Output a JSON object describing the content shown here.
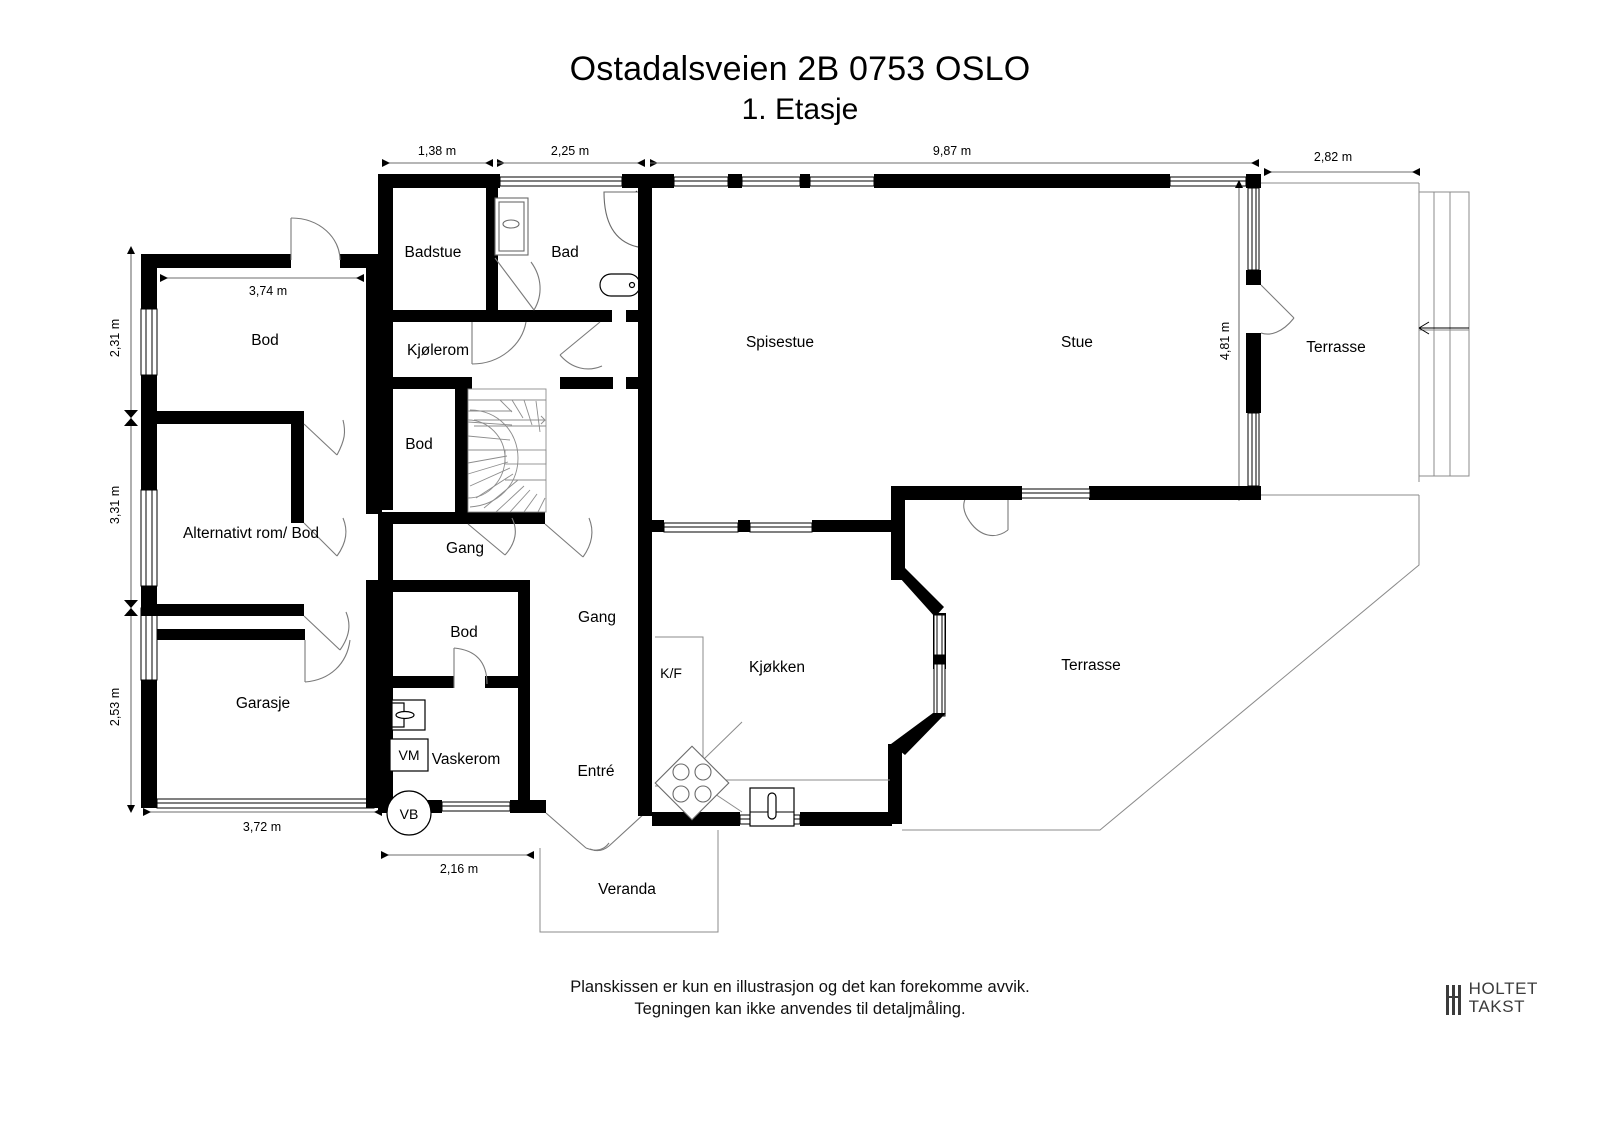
{
  "header": {
    "address": "Ostadalsveien 2B 0753 OSLO",
    "floor": "1. Etasje"
  },
  "dimensions": {
    "top": [
      {
        "label": "1,38 m"
      },
      {
        "label": "2,25 m"
      },
      {
        "label": "9,87 m"
      },
      {
        "label": "2,82 m"
      }
    ],
    "left": [
      {
        "label": "2,31 m"
      },
      {
        "label": "3,31 m"
      },
      {
        "label": "2,53 m"
      }
    ],
    "inner": [
      {
        "label": "3,74 m"
      },
      {
        "label": "3,72 m"
      },
      {
        "label": "2,16 m"
      },
      {
        "label": "4,81 m"
      }
    ]
  },
  "rooms": {
    "badstue": "Badstue",
    "bad": "Bad",
    "kjolerom": "Kjølerom",
    "bod_nw": "Bod",
    "bod_stair": "Bod",
    "alternativt": "Alternativt rom/ Bod",
    "garasje": "Garasje",
    "gang_upper": "Gang",
    "gang_lower": "Gang",
    "bod_vask": "Bod",
    "vaskerom": "Vaskerom",
    "entre": "Entré",
    "veranda": "Veranda",
    "kjokken": "Kjøkken",
    "kf": "K/F",
    "spisestue": "Spisestue",
    "stue": "Stue",
    "terrasse_upper": "Terrasse",
    "terrasse_lower": "Terrasse"
  },
  "appliances": {
    "vm": "VM",
    "vb": "VB"
  },
  "footer": {
    "line1": "Planskissen er kun en illustrasjon og det kan forekomme avvik.",
    "line2": "Tegningen kan ikke anvendes til detaljmåling."
  },
  "logo": {
    "line1": "HOLTET",
    "line2": "TAKST"
  },
  "colors": {
    "wall": "#000000",
    "paper": "#ffffff",
    "dimension": "#6e6e6e",
    "logo": "#3b3b3b"
  }
}
